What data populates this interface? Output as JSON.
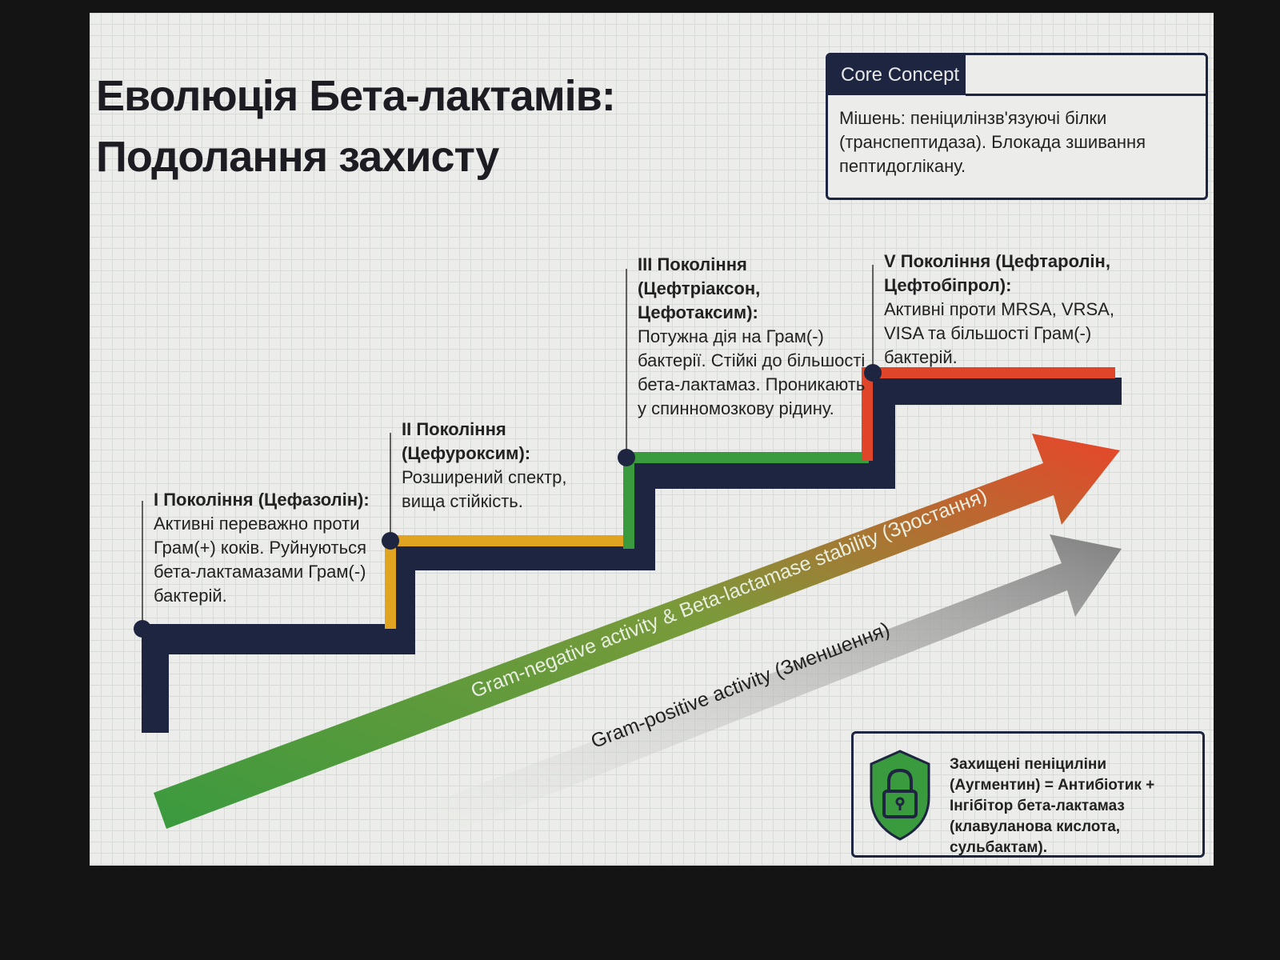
{
  "title": {
    "line1": "Еволюція Бета-лактамів:",
    "line2": "Подолання захисту"
  },
  "core_concept": {
    "heading": "Core Concept",
    "text": "Мішень: пеніцилінзв'язуючі білки (транспептидаза). Блокада зшивання пептидоглікану."
  },
  "steps": [
    {
      "heading": "I Покоління (Цефазолін):",
      "text": "Активні переважно проти Грам(+) коків. Руйнуються бета-лактамазами Грам(-) бактерій.",
      "color": "#1e2540"
    },
    {
      "heading": "II Покоління (Цефуроксим):",
      "text": "Розширений спектр, вища стійкість.",
      "color": "#e0a420"
    },
    {
      "heading": "III Покоління (Цефтріаксон, Цефотаксим):",
      "text": "Потужна дія на Грам(-) бактерії. Стійкі до більшості бета-лактамаз. Проникають у спинномозкову рідину.",
      "color": "#3a9a3e"
    },
    {
      "heading": "V Покоління (Цефтаролін, Цефтобіпрол):",
      "text": "Активні проти MRSA, VRSA, VISA та більшості Грам(-) бактерій.",
      "color": "#e0452a"
    }
  ],
  "arrows": {
    "gram_negative": "Gram-negative activity & Beta-lactamase stability (Зростання)",
    "gram_positive": "Gram-positive activity (Зменшення)"
  },
  "info_box": {
    "icon": "shield-lock-icon",
    "text": "Захищені пеніциліни (Аугментин) = Антибіотик + Інгібітор бета-лактамаз (клавуланова кислота, сульбактам)."
  },
  "colors": {
    "navy": "#1e2540",
    "yellow": "#e0a420",
    "green": "#3a9a3e",
    "red": "#e0452a",
    "gray": "#8a8a8a"
  }
}
